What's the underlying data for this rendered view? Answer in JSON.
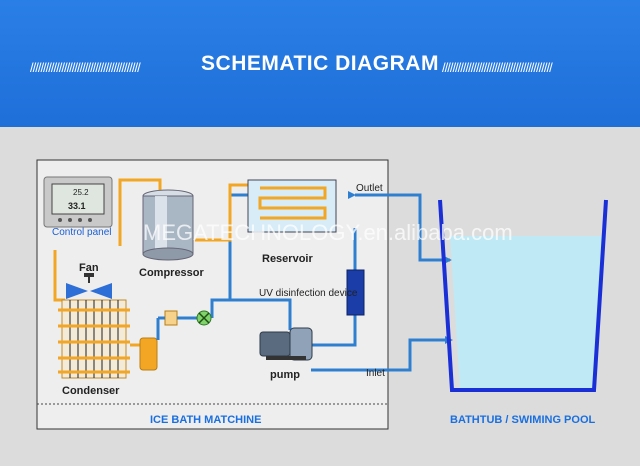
{
  "header": {
    "title": "SCHEMATIC DIAGRAM",
    "stripe_left": "//////////////////////////////////////////",
    "stripe_right": "//////////////////////////////////////////"
  },
  "diagram": {
    "control_panel_label": "Control panel",
    "control_panel_display_top": "25.2",
    "control_panel_display_bottom": "33.1",
    "fan_label": "Fan",
    "compressor_label": "Compressor",
    "reservoir_label": "Reservoir",
    "uv_label": "UV disinfection device",
    "pump_label": "pump",
    "condenser_label": "Condenser",
    "outlet_label": "Outlet",
    "inlet_label": "Inlet",
    "ice_bath_label": "ICE BATH MATCHINE",
    "pool_label": "BATHTUB / SWIMING POOL",
    "watermark": "MEGATECHNOLOGY.en.alibaba.com",
    "colors": {
      "water_pipe": "#2f7fd0",
      "refrigerant_pipe": "#f2a623",
      "pool_water": "#bfe9f5",
      "pool_wall": "#1a2fd6"
    }
  }
}
